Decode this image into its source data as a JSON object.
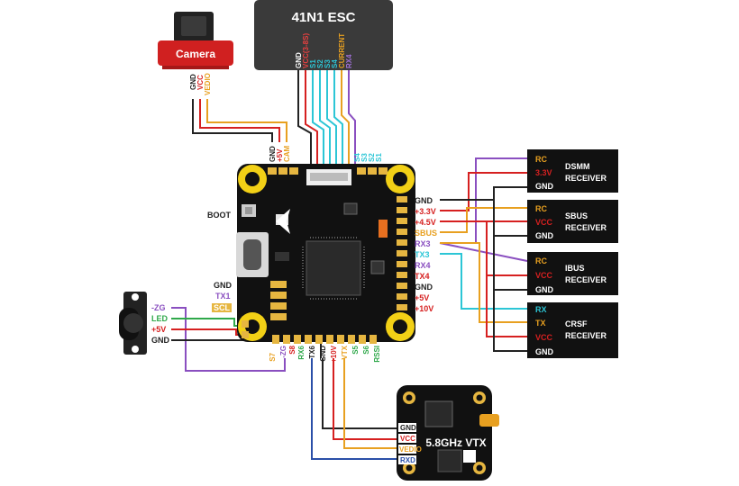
{
  "esc": {
    "title": "41N1 ESC",
    "pins": [
      "GND",
      "VCC(3-8S)",
      "S1",
      "S2",
      "S3",
      "S4",
      "CURRENT",
      "RX4"
    ]
  },
  "camera": {
    "label": "Camera",
    "pins": [
      "GND",
      "VCC",
      "VEDIO"
    ]
  },
  "fc_top_pins": {
    "left": [
      "GND",
      "+5V",
      "CAM"
    ],
    "right": [
      "S4",
      "S3",
      "S2",
      "S1"
    ]
  },
  "fc_right_pins": [
    "GND",
    "+3.3V",
    "+4.5V",
    "SBUS",
    "RX3",
    "TX3",
    "RX4",
    "TX4",
    "GND",
    "+5V",
    "+10V"
  ],
  "fc_left_pins": {
    "boot": "BOOT",
    "list": [
      "GND",
      "TX1",
      "SCL"
    ]
  },
  "fc_bottom_pins": [
    "S7",
    "-ZG",
    "S8",
    "RX6",
    "TX6",
    "GND",
    "+10V",
    "VTX",
    "S5",
    "S6",
    "RSSI"
  ],
  "buzzer": {
    "pins": [
      "-ZG",
      "LED",
      "+5V",
      "GND"
    ]
  },
  "receivers": [
    {
      "name": "DSMM\nRECEIVER",
      "line1": "DSMM",
      "line2": "RECEIVER",
      "pins": [
        "RC",
        "3.3V",
        "GND"
      ]
    },
    {
      "name": "SBUS\nRECEIVER",
      "line1": "SBUS",
      "line2": "RECEIVER",
      "pins": [
        "RC",
        "VCC",
        "GND"
      ]
    },
    {
      "name": "IBUS\nRECEIVER",
      "line1": "IBUS",
      "line2": "RECEIVER",
      "pins": [
        "RC",
        "VCC",
        "GND"
      ]
    },
    {
      "name": "CRSF\nRECEIVER",
      "line1": "CRSF",
      "line2": "RECEIVER",
      "pins": [
        "RX",
        "TX",
        "VCC",
        "GND"
      ]
    }
  ],
  "vtx": {
    "label": "5.8GHz VTX",
    "pins": [
      "GND",
      "VCC",
      "VEDIO",
      "RXD"
    ]
  },
  "colors": {
    "gnd": "#222222",
    "vcc": "#d62020",
    "video": "#e8a020",
    "signal_purple": "#8a4fc0",
    "signal_cyan": "#2cc6d6",
    "signal_green": "#2fa84a",
    "signal_blue": "#2a4fa8",
    "signal_orange": "#f0a030",
    "cam_red": "#d02020"
  }
}
